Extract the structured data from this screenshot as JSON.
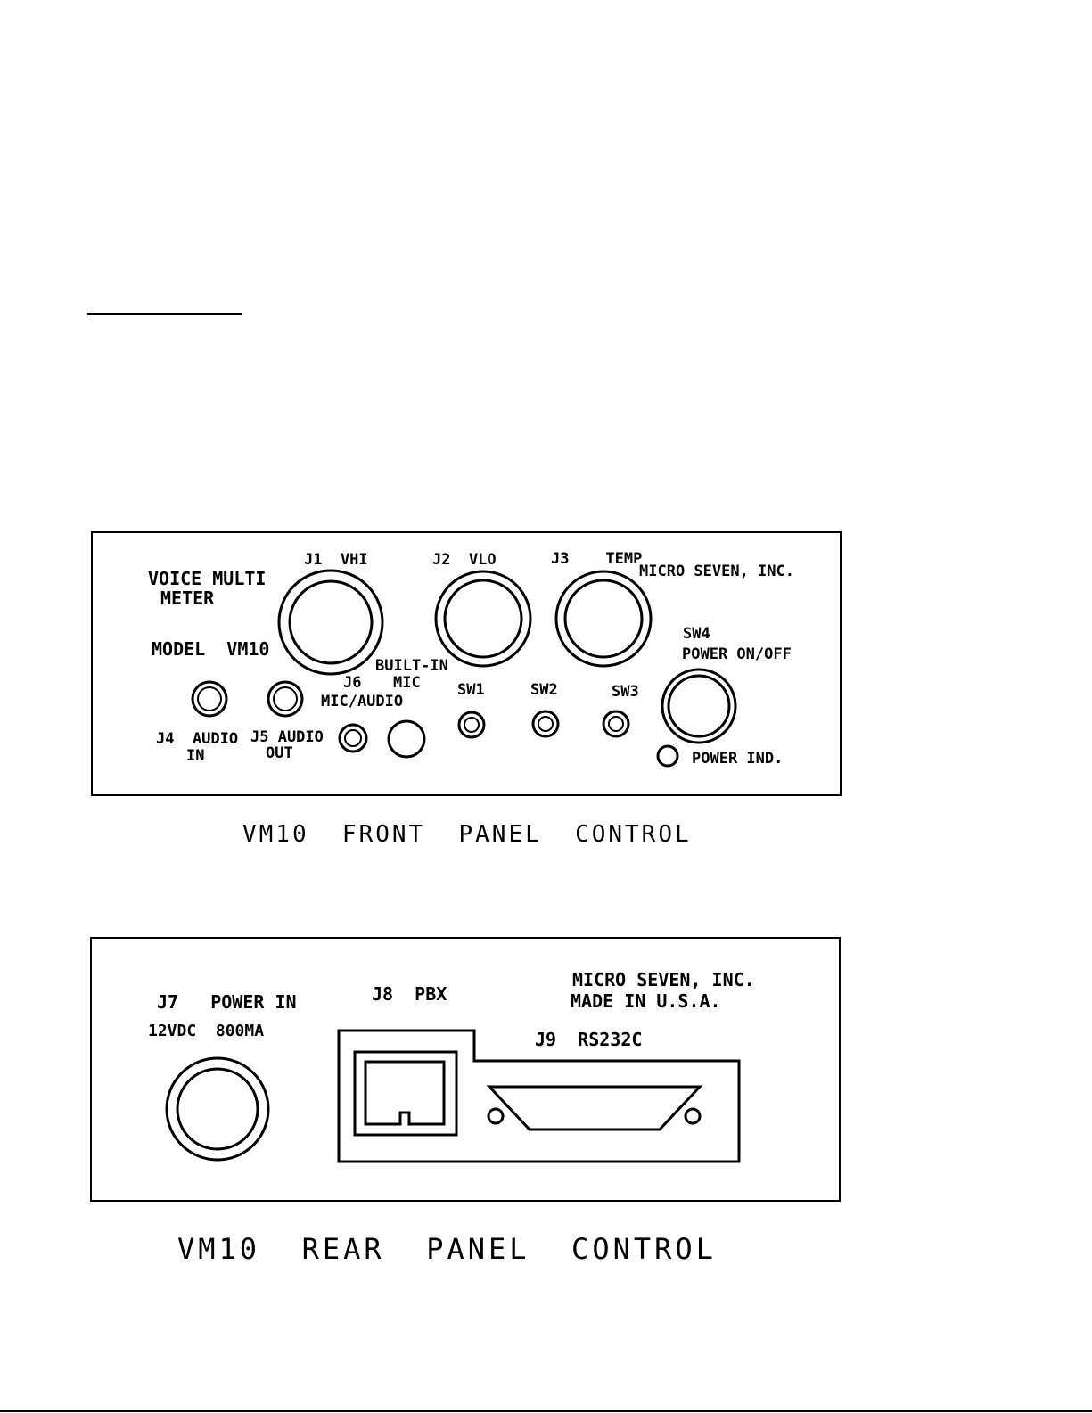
{
  "front_panel": {
    "labels": {
      "voice_multi": "VOICE MULTI",
      "meter": "METER",
      "model": "MODEL  VM10",
      "j1": "J1  VHI",
      "j2": "J2  VLO",
      "j3": "J3    TEMP",
      "company": "MICRO SEVEN, INC.",
      "sw4": "SW4",
      "power_onoff": "POWER ON/OFF",
      "built_in": "BUILT-IN",
      "mic": "MIC",
      "j6": "J6",
      "mic_audio": "MIC/AUDIO",
      "sw1": "SW1",
      "sw2": "SW2",
      "sw3": "SW3",
      "j4_audio": "J4  AUDIO",
      "j4_in": "IN",
      "j5_audio": "J5 AUDIO",
      "j5_out": "OUT",
      "power_ind": "POWER IND."
    },
    "caption": "VM10  FRONT  PANEL  CONTROL"
  },
  "rear_panel": {
    "labels": {
      "j7": "J7   POWER IN",
      "j7_spec": "12VDC  800MA",
      "j8": "J8  PBX",
      "company": "MICRO SEVEN, INC.",
      "made_in": "MADE IN U.S.A.",
      "j9": "J9  RS232C"
    },
    "caption": "VM10  REAR  PANEL  CONTROL"
  }
}
